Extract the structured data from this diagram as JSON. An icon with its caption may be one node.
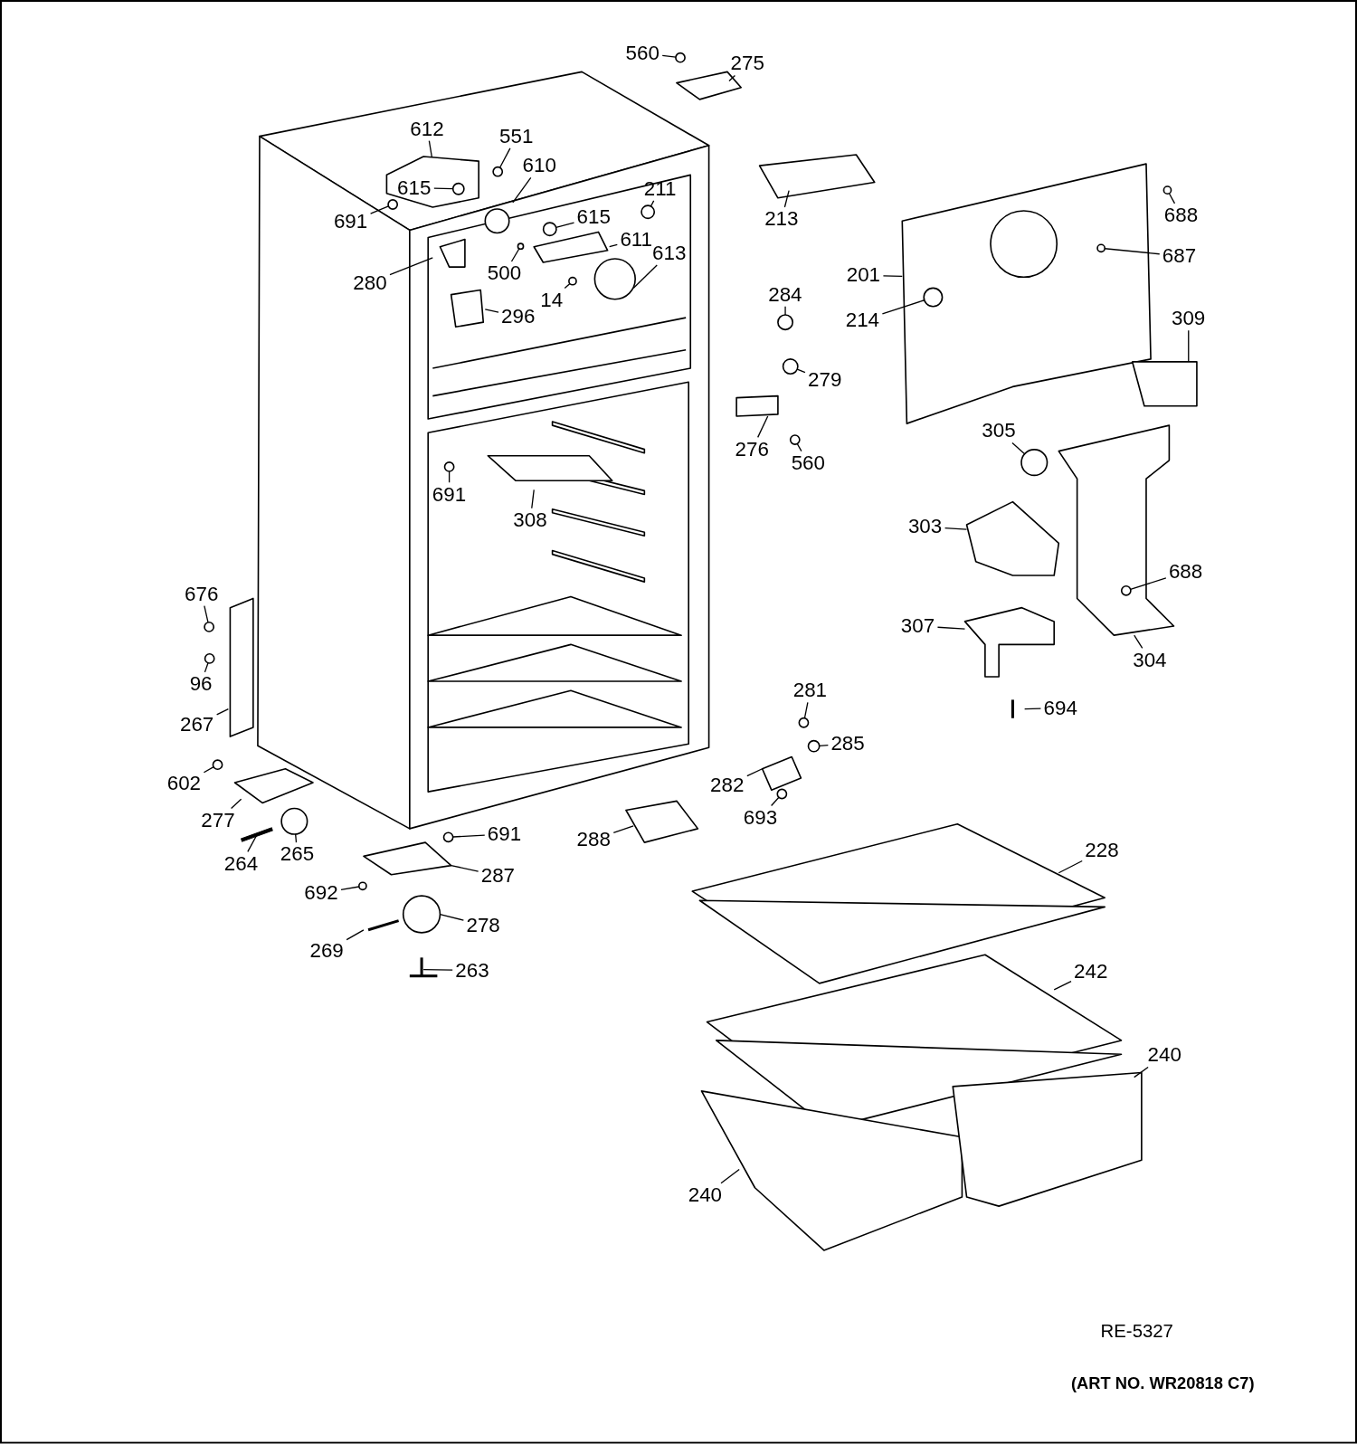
{
  "diagram": {
    "nodes": [
      {
        "text": [
          "560"
        ]
      },
      {
        "text": [
          "275"
        ]
      },
      {
        "text": [
          "612"
        ]
      },
      {
        "text": [
          "551"
        ]
      },
      {
        "text": [
          "610"
        ]
      },
      {
        "text": [
          "615"
        ]
      },
      {
        "text": [
          "691"
        ]
      },
      {
        "text": [
          "615"
        ]
      },
      {
        "text": [
          "211"
        ]
      },
      {
        "text": [
          "213"
        ]
      },
      {
        "text": [
          "688"
        ]
      },
      {
        "text": [
          "687"
        ]
      },
      {
        "text": [
          "201"
        ]
      },
      {
        "text": [
          "214"
        ]
      },
      {
        "text": [
          "280"
        ]
      },
      {
        "text": [
          "500"
        ]
      },
      {
        "text": [
          "611"
        ]
      },
      {
        "text": [
          "613"
        ]
      },
      {
        "text": [
          "14"
        ]
      },
      {
        "text": [
          "296"
        ]
      },
      {
        "text": [
          "284"
        ]
      },
      {
        "text": [
          "279"
        ]
      },
      {
        "text": [
          "309"
        ]
      },
      {
        "text": [
          "276"
        ]
      },
      {
        "text": [
          "560"
        ]
      },
      {
        "text": [
          "305"
        ]
      },
      {
        "text": [
          "691"
        ]
      },
      {
        "text": [
          "308"
        ]
      },
      {
        "text": [
          "303"
        ]
      },
      {
        "text": [
          "688"
        ]
      },
      {
        "text": [
          "676"
        ]
      },
      {
        "text": [
          "96"
        ]
      },
      {
        "text": [
          "267"
        ]
      },
      {
        "text": [
          "307"
        ]
      },
      {
        "text": [
          "304"
        ]
      },
      {
        "text": [
          "281"
        ]
      },
      {
        "text": [
          "694"
        ]
      },
      {
        "text": [
          "285"
        ]
      },
      {
        "text": [
          "602"
        ]
      },
      {
        "text": [
          "277"
        ]
      },
      {
        "text": [
          "282"
        ]
      },
      {
        "text": [
          "693"
        ]
      },
      {
        "text": [
          "264"
        ]
      },
      {
        "text": [
          "265"
        ]
      },
      {
        "text": [
          "691"
        ]
      },
      {
        "text": [
          "288"
        ]
      },
      {
        "text": [
          "228"
        ]
      },
      {
        "text": [
          "287"
        ]
      },
      {
        "text": [
          "692"
        ]
      },
      {
        "text": [
          "278"
        ]
      },
      {
        "text": [
          "269"
        ]
      },
      {
        "text": [
          "263"
        ]
      },
      {
        "text": [
          "242"
        ]
      },
      {
        "text": [
          "240"
        ]
      },
      {
        "text": [
          "240"
        ]
      },
      {
        "text": [],
        "shape": "circle"
      },
      {
        "text": [],
        "shape": "circle"
      },
      {
        "text": [],
        "shape": "circle"
      },
      {
        "text": [],
        "shape": "circle"
      },
      {
        "text": [],
        "shape": "circle"
      },
      {
        "text": [],
        "shape": "circle"
      },
      {
        "text": [],
        "shape": "circle"
      },
      {
        "text": [],
        "shape": "circle"
      },
      {
        "text": [],
        "shape": "circle"
      },
      {
        "text": [],
        "shape": "circle"
      },
      {
        "text": [],
        "shape": "circle"
      },
      {
        "text": [],
        "shape": "circle"
      },
      {
        "text": [],
        "shape": "circle"
      },
      {
        "text": [],
        "shape": "circle"
      },
      {
        "text": [],
        "shape": "circle"
      },
      {
        "text": [],
        "shape": "circle"
      },
      {
        "text": [],
        "shape": "circle"
      },
      {
        "text": [],
        "shape": "circle"
      },
      {
        "text": [],
        "shape": "circle"
      },
      {
        "text": [],
        "shape": "circle"
      },
      {
        "text": [],
        "shape": "circle"
      },
      {
        "text": [],
        "shape": "circle"
      },
      {
        "text": [],
        "shape": "circle"
      },
      {
        "text": [],
        "shape": "circle"
      },
      {
        "text": [],
        "shape": "bar"
      },
      {
        "text": [],
        "shape": "circle"
      },
      {
        "text": [],
        "shape": "circle"
      }
    ],
    "edges": [
      {
        "from": 0,
        "to": 55,
        "arrow": "none"
      },
      {
        "from": 1,
        "to": null,
        "arrow": "none"
      },
      {
        "from": 2,
        "to": null,
        "arrow": "none"
      },
      {
        "from": 3,
        "to": 56,
        "arrow": "none"
      },
      {
        "from": 4,
        "to": null,
        "arrow": "none"
      },
      {
        "from": 5,
        "to": 57,
        "arrow": "none"
      },
      {
        "from": 6,
        "to": 60,
        "arrow": "none"
      },
      {
        "from": 7,
        "to": 61,
        "arrow": "none"
      },
      {
        "from": 8,
        "to": 58,
        "arrow": "none"
      },
      {
        "from": 9,
        "to": null,
        "arrow": "none"
      },
      {
        "from": 10,
        "to": 59,
        "arrow": "none"
      },
      {
        "from": 11,
        "to": 63,
        "arrow": "none"
      },
      {
        "from": 12,
        "to": null,
        "arrow": "none"
      },
      {
        "from": 13,
        "to": 65,
        "arrow": "none"
      },
      {
        "from": 14,
        "to": null,
        "arrow": "none"
      },
      {
        "from": 15,
        "to": 62,
        "arrow": "none"
      },
      {
        "from": 16,
        "to": null,
        "arrow": "none"
      },
      {
        "from": 17,
        "to": null,
        "arrow": "none"
      },
      {
        "from": 18,
        "to": 64,
        "arrow": "none"
      },
      {
        "from": 19,
        "to": null,
        "arrow": "none"
      },
      {
        "from": 20,
        "to": 66,
        "arrow": "none"
      },
      {
        "from": 21,
        "to": 67,
        "arrow": "none"
      },
      {
        "from": 22,
        "to": null,
        "arrow": "none"
      },
      {
        "from": 23,
        "to": null,
        "arrow": "none"
      },
      {
        "from": 24,
        "to": 68,
        "arrow": "none"
      },
      {
        "from": 25,
        "to": 69,
        "arrow": "none"
      },
      {
        "from": 26,
        "to": 70,
        "arrow": "none"
      },
      {
        "from": 27,
        "to": null,
        "arrow": "none"
      },
      {
        "from": 28,
        "to": null,
        "arrow": "none"
      },
      {
        "from": 29,
        "to": 71,
        "arrow": "none"
      },
      {
        "from": 30,
        "to": 72,
        "arrow": "none"
      },
      {
        "from": 31,
        "to": 73,
        "arrow": "none"
      },
      {
        "from": 32,
        "to": null,
        "arrow": "none"
      },
      {
        "from": 33,
        "to": null,
        "arrow": "none"
      },
      {
        "from": 34,
        "to": null,
        "arrow": "none"
      },
      {
        "from": 35,
        "to": 74,
        "arrow": "none"
      },
      {
        "from": 36,
        "to": null,
        "arrow": "none"
      },
      {
        "from": 37,
        "to": 75,
        "arrow": "none"
      },
      {
        "from": 38,
        "to": 76,
        "arrow": "none"
      },
      {
        "from": 39,
        "to": null,
        "arrow": "none"
      },
      {
        "from": 40,
        "to": null,
        "arrow": "none"
      },
      {
        "from": 41,
        "to": 77,
        "arrow": "none"
      },
      {
        "from": 42,
        "to": 79,
        "arrow": "none"
      },
      {
        "from": 43,
        "to": 78,
        "arrow": "none"
      },
      {
        "from": 44,
        "to": 80,
        "arrow": "none"
      },
      {
        "from": 45,
        "to": null,
        "arrow": "none"
      },
      {
        "from": 46,
        "to": null,
        "arrow": "none"
      },
      {
        "from": 47,
        "to": null,
        "arrow": "none"
      },
      {
        "from": 48,
        "to": 81,
        "arrow": "none"
      },
      {
        "from": 49,
        "to": null,
        "arrow": "none"
      },
      {
        "from": 50,
        "to": null,
        "arrow": "none"
      },
      {
        "from": 51,
        "to": null,
        "arrow": "none"
      },
      {
        "from": 52,
        "to": null,
        "arrow": "none"
      },
      {
        "from": 53,
        "to": null,
        "arrow": "none"
      },
      {
        "from": 54,
        "to": null,
        "arrow": "none"
      }
    ],
    "labels": [
      "RE-5327",
      "(ART NO. WR20818 C7)"
    ]
  }
}
